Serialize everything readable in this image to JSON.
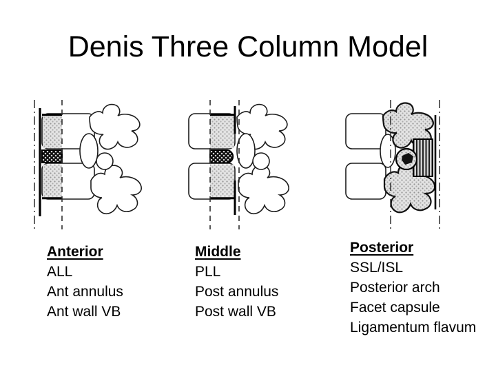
{
  "slide": {
    "title": "Denis Three Column Model",
    "columns": [
      {
        "heading": "Anterior",
        "items": [
          "ALL",
          "Ant annulus",
          "Ant wall VB"
        ]
      },
      {
        "heading": "Middle",
        "items": [
          "PLL",
          "Post annulus",
          "Post wall VB"
        ]
      },
      {
        "heading": "Posterior",
        "items": [
          "SSL/ISL",
          "Posterior arch",
          "Facet capsule",
          "Ligamentum flavum"
        ]
      }
    ],
    "diagrams": [
      {
        "icon": "anterior-column-vertebra-diagram"
      },
      {
        "icon": "middle-column-vertebra-diagram"
      },
      {
        "icon": "posterior-column-vertebra-diagram"
      }
    ],
    "colors": {
      "background": "#ffffff",
      "ink": "#000000",
      "stipple_gray": "#d8d8d8"
    }
  }
}
